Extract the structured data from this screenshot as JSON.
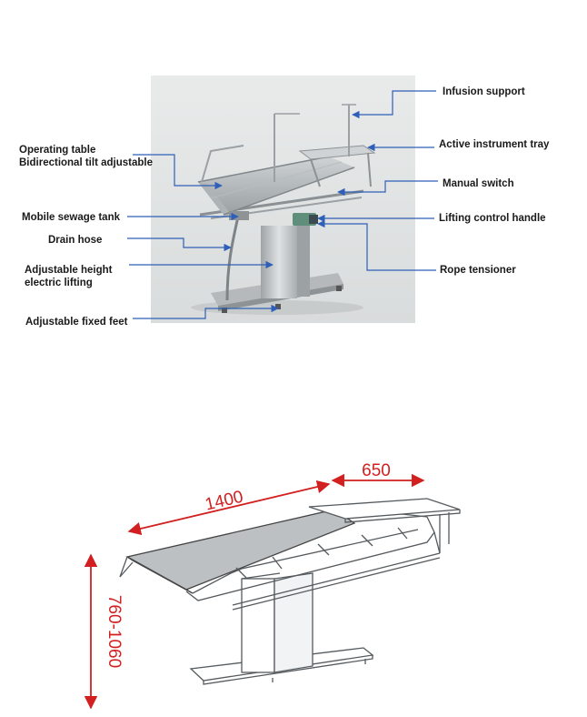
{
  "labels": {
    "infusion_support": "Infusion support",
    "active_instrument_tray": "Active instrument tray",
    "manual_switch": "Manual switch",
    "lifting_control_handle": "Lifting control handle",
    "rope_tensioner": "Rope tensioner",
    "operating_table_line1": "Operating table",
    "operating_table_line2": "Bidirectional tilt adjustable",
    "mobile_sewage_tank": "Mobile sewage tank",
    "drain_hose": "Drain hose",
    "adjustable_height_line1": "Adjustable height",
    "adjustable_height_line2": "electric lifting",
    "adjustable_fixed_feet": "Adjustable fixed feet"
  },
  "dimensions": {
    "length": "1400",
    "width": "650",
    "height": "760-1060"
  },
  "colors": {
    "leader_line": "#2f5fb8",
    "dimension": "#d21f1f",
    "photo_bg": "#e6e8e8",
    "steel": "#bfc3c5"
  }
}
